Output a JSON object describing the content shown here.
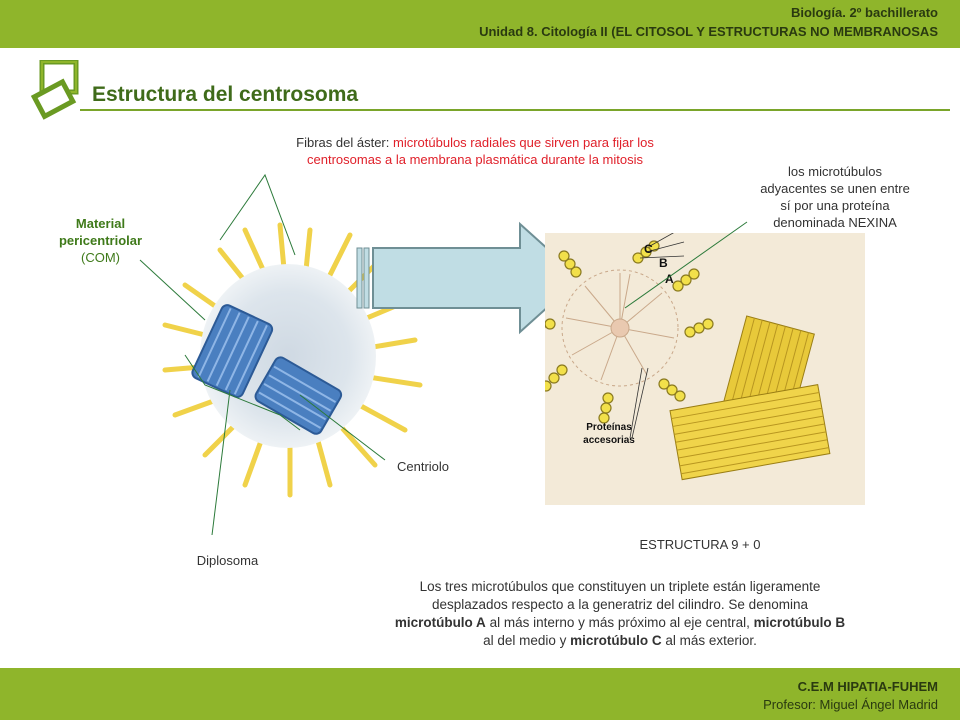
{
  "header": {
    "line1": "Biología. 2º bachillerato",
    "line2": "Unidad 8. Citología II (EL CITOSOL Y ESTRUCTURAS NO MEMBRANOSAS"
  },
  "title": "Estructura del  centrosoma",
  "labels": {
    "aster_prefix": "Fibras del áster: ",
    "aster_desc_1": "microtúbulos radiales que sirven para fijar los",
    "aster_desc_2": "centrosomas a la membrana plasmática durante la mitosis",
    "material_1": "Material",
    "material_2": "pericentriolar",
    "material_3": "(COM)",
    "nexina_1": "los microtúbulos",
    "nexina_2": "adyacentes se unen entre",
    "nexina_3": "sí por una proteína",
    "nexina_4": "denominada NEXINA",
    "centriolo": "Centriolo",
    "diplosoma": "Diplosoma",
    "estructura": "ESTRUCTURA 9 + 0",
    "tC": "C",
    "tB": "B",
    "tA": "A",
    "proteinas_1": "Proteínas",
    "proteinas_2": "accesorias"
  },
  "description": {
    "l1": "Los tres microtúbulos que constituyen un triplete están ligeramente",
    "l2": "desplazados respecto a la generatriz del cilindro. Se denomina",
    "b1": "microtúbulo A",
    "t1": " al más interno y más próximo al eje central, ",
    "b2": "microtúbulo B",
    "t2": "al del medio y ",
    "b3": "microtúbulo C",
    "t3": " al más exterior."
  },
  "footer": {
    "org": "C.E.M HIPATIA-FUHEM",
    "prof": "Profesor: Miguel Ángel Madrid"
  },
  "colors": {
    "header_green": "#8fb52b",
    "title_green": "#3f6b1a",
    "label_red": "#e0202a",
    "tube_yellow": "#e8c93a"
  }
}
